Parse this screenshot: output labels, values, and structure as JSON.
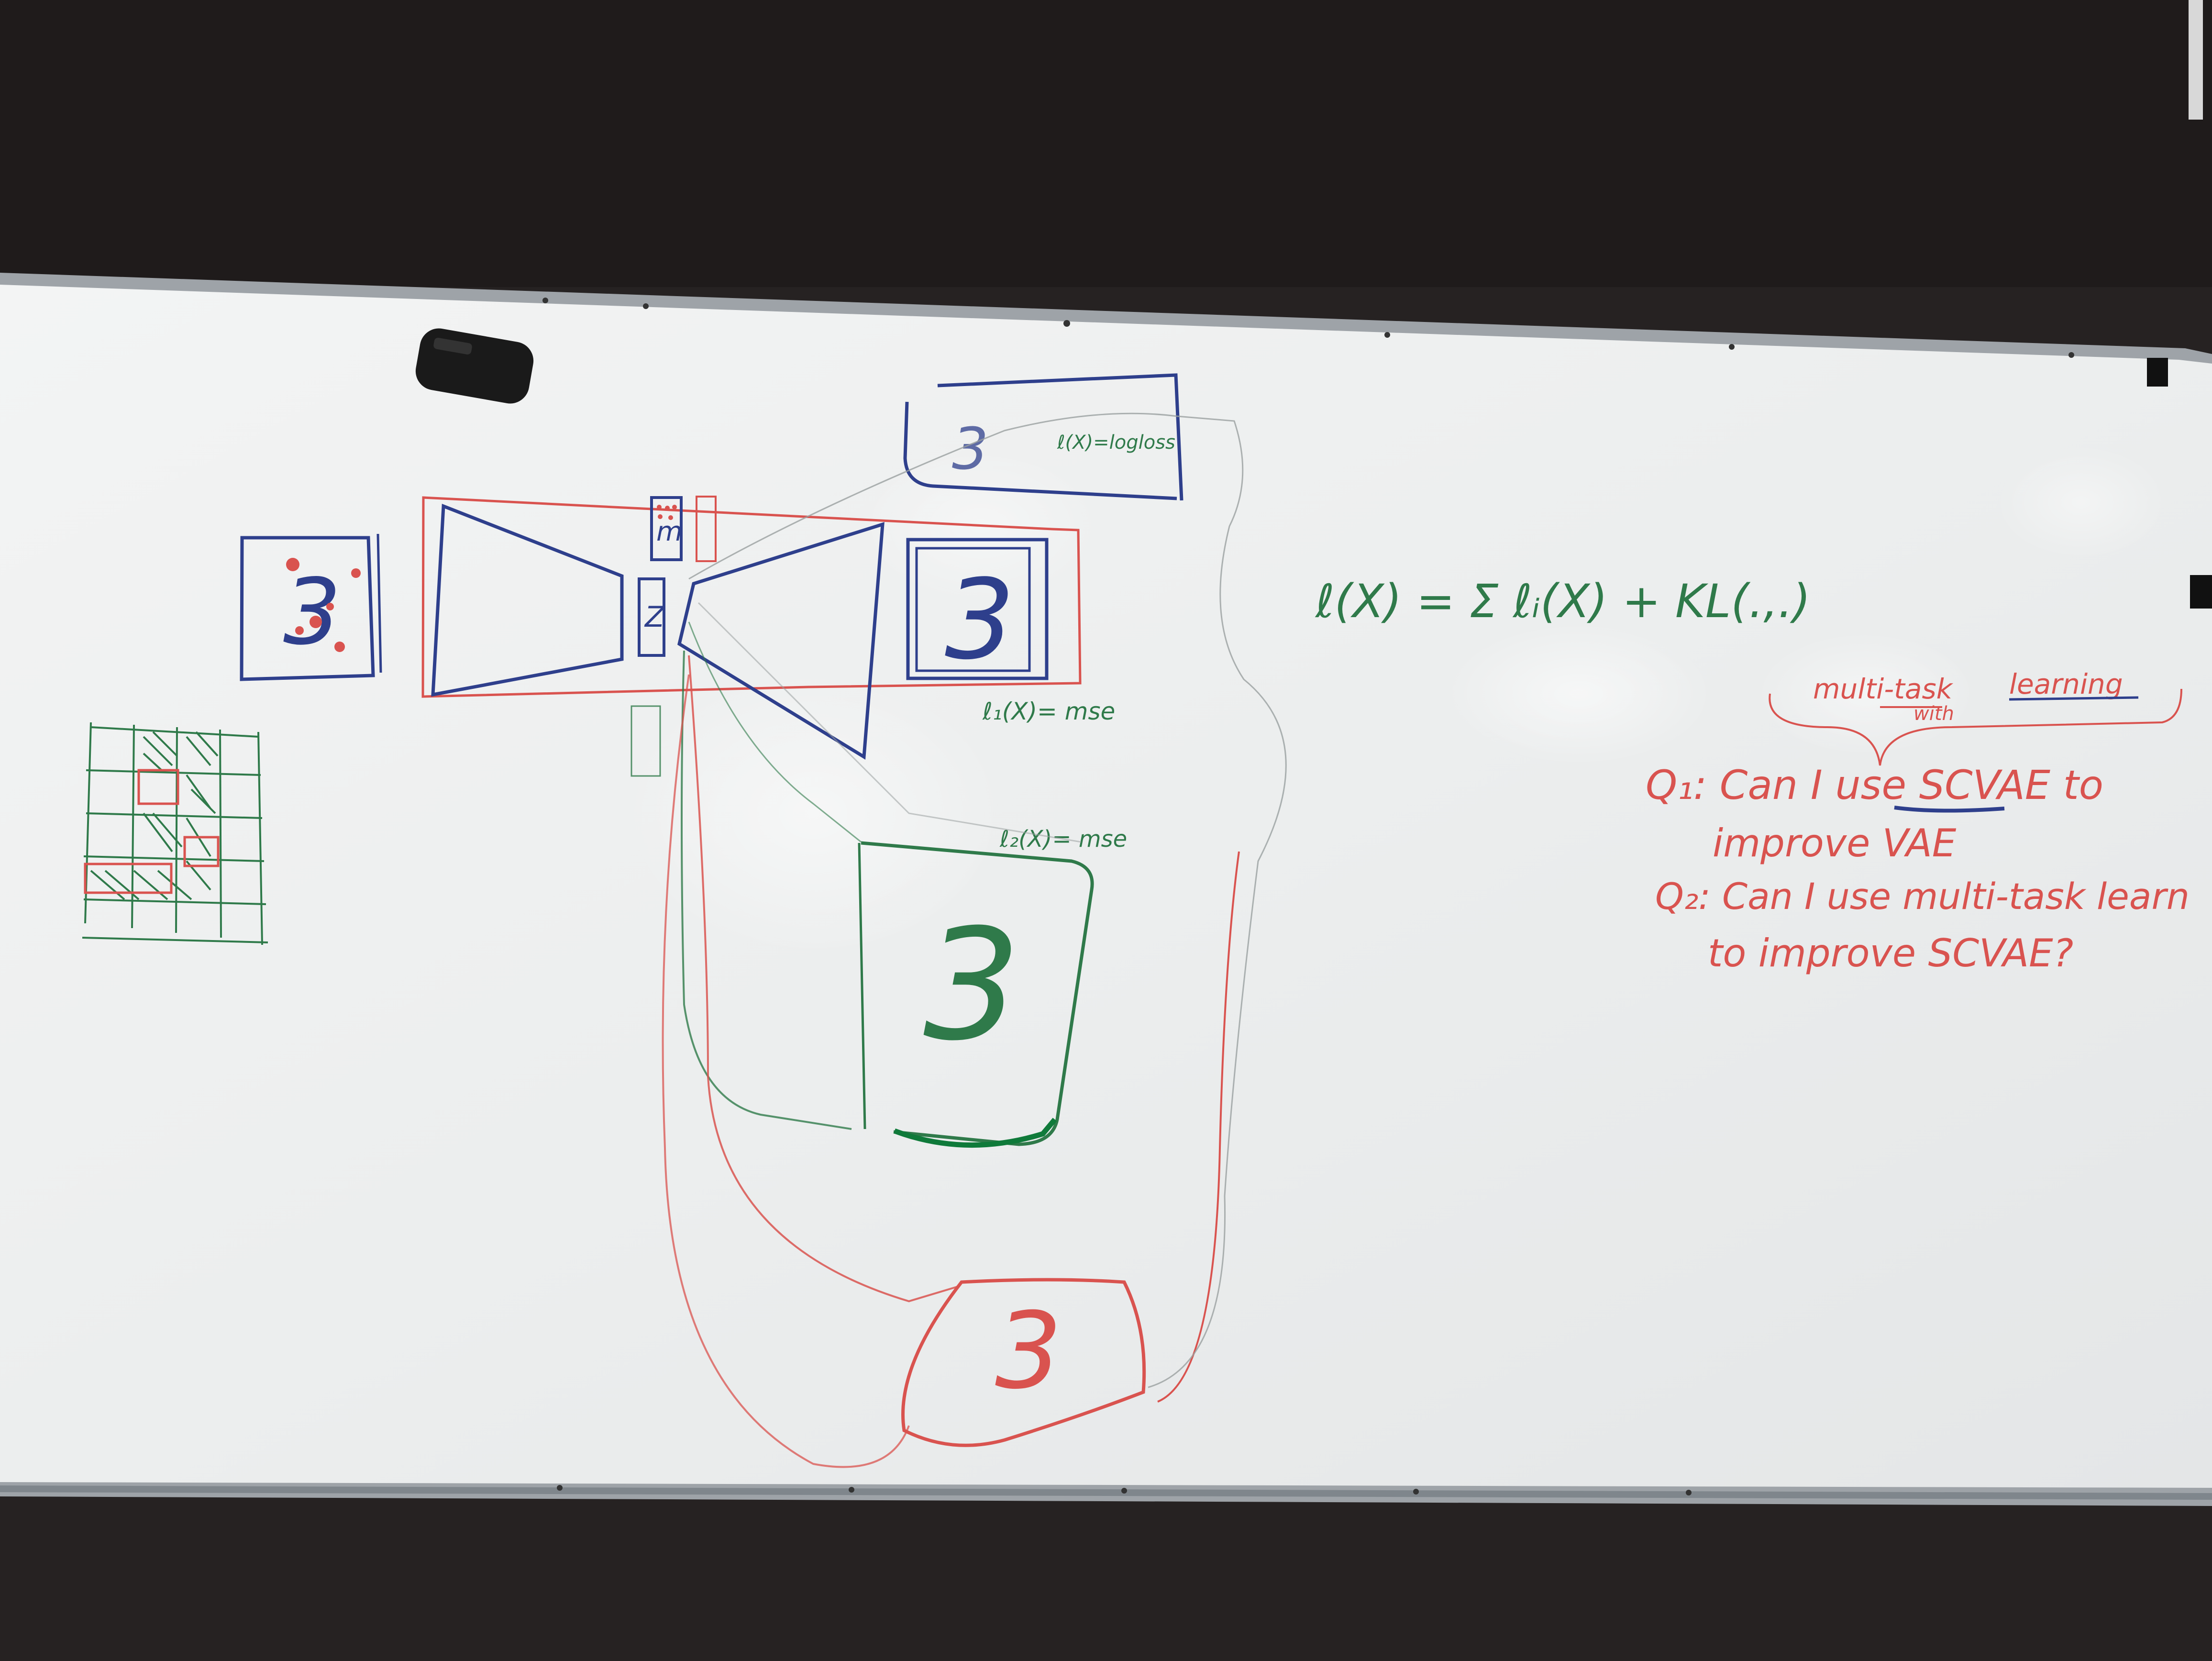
{
  "whiteboard": {
    "digit": "3",
    "latent_label": "Z",
    "cond_label": "m",
    "loss_top": "ℓ(X)=logloss",
    "loss_1": "ℓ₁(X)= mse",
    "loss_2": "ℓ₂(X)= mse",
    "loss_total": "ℓ(X) = Σ ℓᵢ(X) + KL(.,.)",
    "note_top_1": "multi-task",
    "note_top_2": "learning",
    "note_top_sub": "with",
    "q1_line1": "Q₁: Can I use SCVAE to",
    "q1_line2": "improve VAE",
    "q2_line1": "Q₂: Can I use multi-task learn",
    "q2_line2": "to improve SCVAE?"
  },
  "colors": {
    "wall": "#262222",
    "board": "#eef0ef",
    "frame": "#9ea3a8",
    "blue_marker": "#2e3f8c",
    "red_marker": "#d9534f",
    "green_marker": "#2f7a4a",
    "eraser": "#1c1c1c"
  }
}
